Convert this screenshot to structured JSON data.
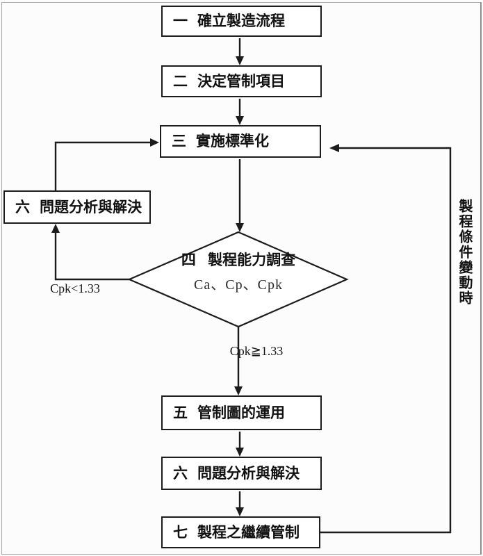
{
  "page": {
    "background": "#fcfcfc",
    "ink_color": "#1c1c1c",
    "border_color": "#a6a6a6"
  },
  "flowchart": {
    "nodes": {
      "step1": {
        "no": "一",
        "label": "確立製造流程"
      },
      "step2": {
        "no": "二",
        "label": "決定管制項目"
      },
      "step3": {
        "no": "三",
        "label": "實施標準化"
      },
      "decision": {
        "no": "四",
        "label": "製程能力調查",
        "sub": "Ca、Cp、Cpk"
      },
      "step5": {
        "no": "五",
        "label": "管制圖的運用"
      },
      "step6_loop": {
        "no": "六",
        "label": "問題分析與解決"
      },
      "step6": {
        "no": "六",
        "label": "問題分析與解決"
      },
      "step7": {
        "no": "七",
        "label": "製程之繼續管制"
      }
    },
    "edge_labels": {
      "cpk_fail": "Cpk<1.33",
      "cpk_pass": "Cpk≧1.33",
      "feedback_note": "製程條件變動時"
    }
  }
}
